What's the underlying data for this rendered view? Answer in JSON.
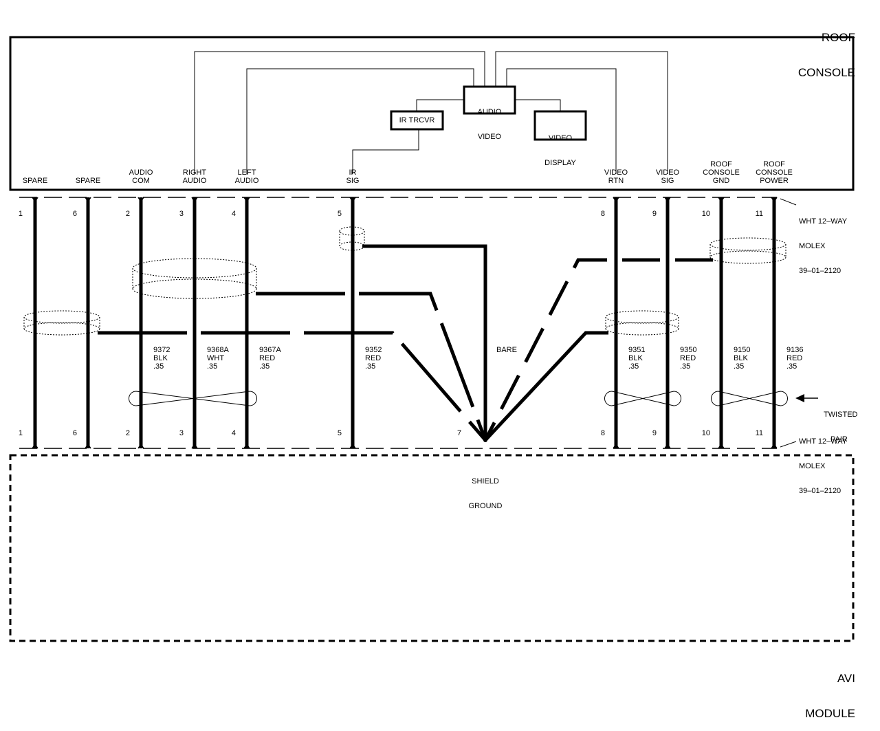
{
  "roof_console": {
    "title_line1": "ROOF",
    "title_line2": "CONSOLE"
  },
  "avi_module": {
    "title_line1": "AVI",
    "title_line2": "MODULE"
  },
  "components": {
    "audio_video": {
      "line1": "AUDIO",
      "line2": "VIDEO"
    },
    "ir_trcvr": {
      "label": "IR TRCVR"
    },
    "video_display": {
      "line1": "VIDEO",
      "line2": "DISPLAY"
    }
  },
  "signals": [
    {
      "pin": "1",
      "line1": "SPARE"
    },
    {
      "pin": "6",
      "line1": "SPARE"
    },
    {
      "pin": "2",
      "line1": "AUDIO",
      "line2": "COM"
    },
    {
      "pin": "3",
      "line1": "RIGHT",
      "line2": "AUDIO"
    },
    {
      "pin": "4",
      "line1": "LEFT",
      "line2": "AUDIO"
    },
    {
      "pin": "5",
      "line1": "IR",
      "line2": "SIG"
    },
    {
      "pin": "8",
      "line1": "VIDEO",
      "line2": "RTN"
    },
    {
      "pin": "9",
      "line1": "VIDEO",
      "line2": "SIG"
    },
    {
      "pin": "10",
      "line1": "ROOF",
      "line2": "CONSOLE",
      "line3": "GND"
    },
    {
      "pin": "11",
      "line1": "ROOF",
      "line2": "CONSOLE",
      "line3": "POWER"
    }
  ],
  "wires": [
    {
      "circuit": "9372",
      "color": "BLK",
      "gauge": ".35"
    },
    {
      "circuit": "9368A",
      "color": "WHT",
      "gauge": ".35"
    },
    {
      "circuit": "9367A",
      "color": "RED",
      "gauge": ".35"
    },
    {
      "circuit": "9352",
      "color": "RED",
      "gauge": ".35"
    },
    {
      "circuit": "9351",
      "color": "BLK",
      "gauge": ".35"
    },
    {
      "circuit": "9350",
      "color": "RED",
      "gauge": ".35"
    },
    {
      "circuit": "9150",
      "color": "BLK",
      "gauge": ".35"
    },
    {
      "circuit": "9136",
      "color": "RED",
      "gauge": ".35"
    }
  ],
  "connector_top": {
    "line1": "WHT 12–WAY",
    "line2": "MOLEX",
    "line3": "39–01–2120"
  },
  "connector_bottom": {
    "line1": "WHT 12–WAY",
    "line2": "MOLEX",
    "line3": "39–01–2120"
  },
  "drain": {
    "bare_label": "BARE",
    "pin": "7",
    "ground_line1": "SHIELD",
    "ground_line2": "GROUND"
  },
  "twisted_pair": {
    "line1": "TWISTED",
    "line2": "PAIR"
  }
}
